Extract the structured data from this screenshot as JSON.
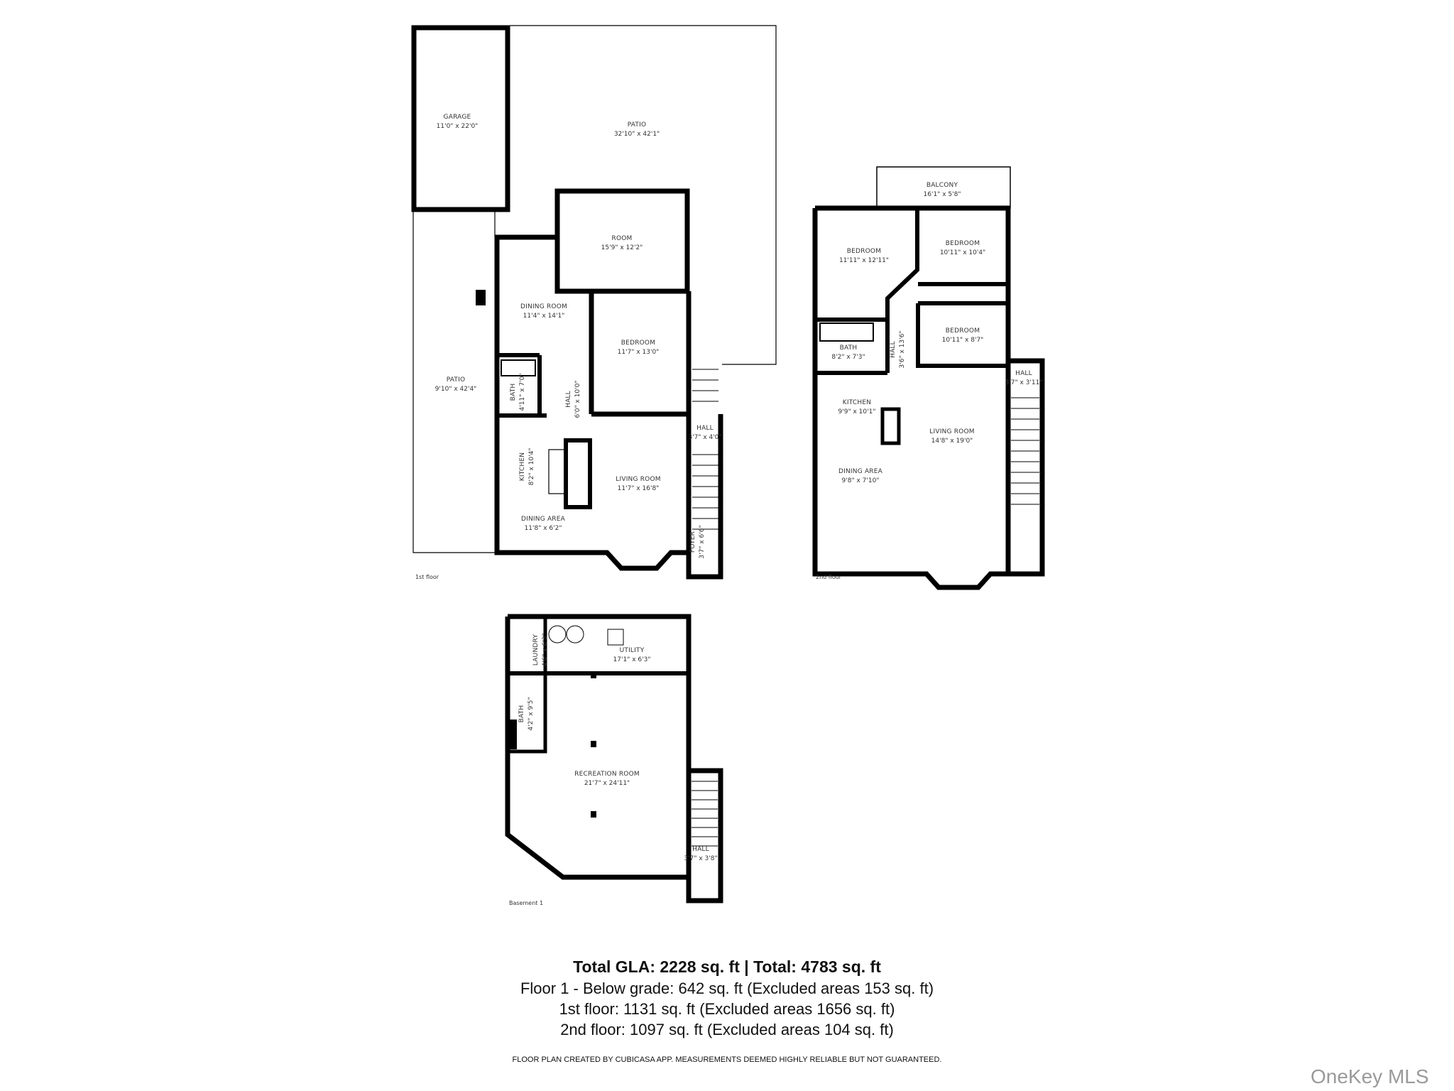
{
  "floors": {
    "first": {
      "label": "1st floor",
      "rooms": [
        {
          "name": "GARAGE",
          "dims": "11'0\" x 22'0\""
        },
        {
          "name": "PATIO",
          "dims": "32'10\" x 42'1\""
        },
        {
          "name": "ROOM",
          "dims": "15'9\" x 12'2\""
        },
        {
          "name": "DINING ROOM",
          "dims": "11'4\" x 14'1\""
        },
        {
          "name": "BEDROOM",
          "dims": "11'7\" x 13'0\""
        },
        {
          "name": "PATIO",
          "dims": "9'10\" x 42'4\""
        },
        {
          "name": "BATH",
          "dims": "4'11\" x 7'0\""
        },
        {
          "name": "HALL",
          "dims": "6'0\" x 10'0\""
        },
        {
          "name": "KITCHEN",
          "dims": "8'2\" x 10'4\""
        },
        {
          "name": "LIVING ROOM",
          "dims": "11'7\" x 16'8\""
        },
        {
          "name": "DINING AREA",
          "dims": "11'8\" x 6'2\""
        },
        {
          "name": "HALL",
          "dims": "3'7\" x 4'0\""
        },
        {
          "name": "FOYER",
          "dims": "3'7\" x 6'6\""
        }
      ]
    },
    "second": {
      "label": "2nd floor",
      "rooms": [
        {
          "name": "BALCONY",
          "dims": "16'1\" x 5'8\""
        },
        {
          "name": "BEDROOM",
          "dims": "11'11\" x 12'11\""
        },
        {
          "name": "BEDROOM",
          "dims": "10'11\" x 10'4\""
        },
        {
          "name": "BEDROOM",
          "dims": "10'11\" x 8'7\""
        },
        {
          "name": "BATH",
          "dims": "8'2\" x 7'3\""
        },
        {
          "name": "HALL",
          "dims": "3'6\" x 13'6\""
        },
        {
          "name": "HALL",
          "dims": "3'7\" x 3'11\""
        },
        {
          "name": "KITCHEN",
          "dims": "9'9\" x 10'1\""
        },
        {
          "name": "LIVING ROOM",
          "dims": "14'8\" x 19'0\""
        },
        {
          "name": "DINING AREA",
          "dims": "9'8\" x 7'10\""
        }
      ]
    },
    "basement": {
      "label": "Basement 1",
      "rooms": [
        {
          "name": "LAUNDRY",
          "dims": "4'6\" x 6'3\""
        },
        {
          "name": "UTILITY",
          "dims": "17'1\" x 6'3\""
        },
        {
          "name": "BATH",
          "dims": "4'2\" x 9'5\""
        },
        {
          "name": "RECREATION ROOM",
          "dims": "21'7\" x 24'11\""
        },
        {
          "name": "HALL",
          "dims": "3'7\" x 3'8\""
        }
      ]
    }
  },
  "summary": {
    "total": "Total GLA: 2228 sq. ft | Total: 4783 sq. ft",
    "line1": "Floor 1 - Below grade: 642 sq. ft (Excluded areas 153 sq. ft)",
    "line2": "1st floor: 1131 sq. ft (Excluded areas 1656 sq. ft)",
    "line3": "2nd floor: 1097 sq. ft (Excluded areas 104 sq. ft)",
    "disclaimer": "FLOOR PLAN CREATED BY CUBICASA APP. MEASUREMENTS DEEMED HIGHLY RELIABLE BUT NOT GUARANTEED."
  },
  "watermark": "OneKey MLS",
  "colors": {
    "wall": "#000000",
    "background": "#ffffff",
    "watermark": "#9a9a9a"
  }
}
